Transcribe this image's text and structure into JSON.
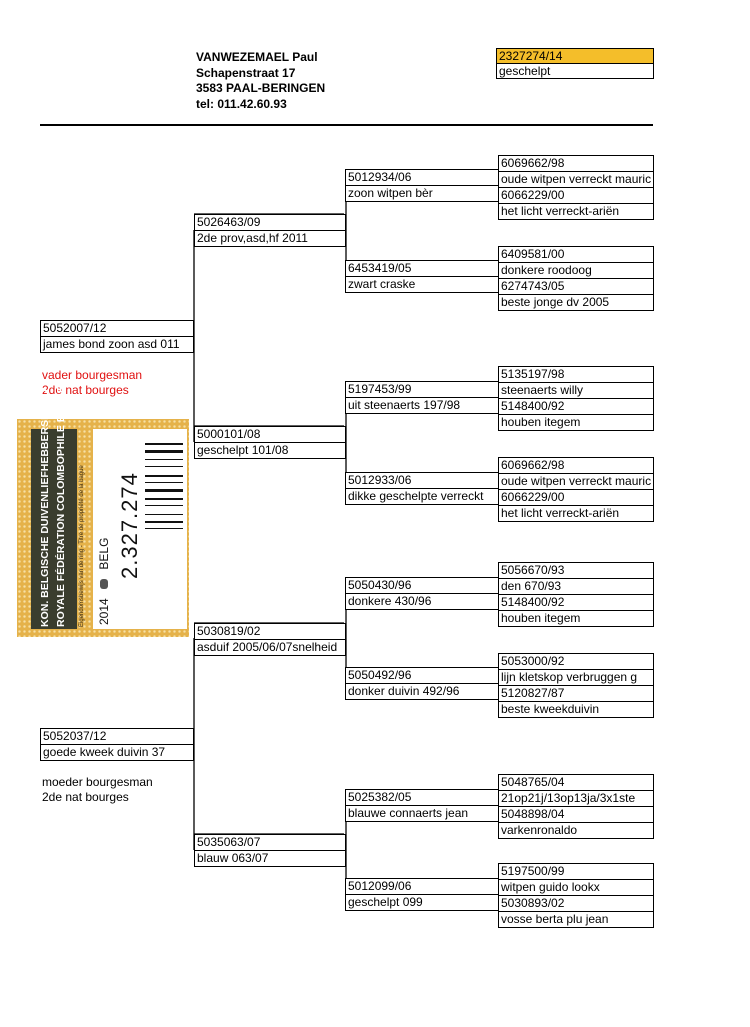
{
  "owner": {
    "name": "VANWEZEMAEL Paul",
    "street": "Schapenstraat 17",
    "city": "3583 PAAL-BERINGEN",
    "tel": "tel: 011.42.60.93"
  },
  "ring": {
    "number": "2327274/14",
    "color": "geschelpt",
    "highlight": "#f4be2a"
  },
  "sire": {
    "ring": "5052007/12",
    "name": "james bond zoon asd 011",
    "note1": "vader bourgesman",
    "note2": "2de nat bourges"
  },
  "dam": {
    "ring": "5052037/12",
    "name": "goede kweek duivin 37",
    "note1": "moeder bourgesman",
    "note2": "2de nat bourges"
  },
  "gen2": [
    {
      "ring": "5026463/09",
      "name": "2de prov,asd,hf 2011"
    },
    {
      "ring": "5000101/08",
      "name": "geschelpt 101/08"
    },
    {
      "ring": "5030819/02",
      "name": "asduif 2005/06/07snelheid"
    },
    {
      "ring": "5035063/07",
      "name": "blauw 063/07"
    }
  ],
  "gen3": [
    {
      "ring": "5012934/06",
      "name": "zoon witpen bèr"
    },
    {
      "ring": "6453419/05",
      "name": "zwart craske"
    },
    {
      "ring": "5197453/99",
      "name": "uit steenaerts 197/98"
    },
    {
      "ring": "5012933/06",
      "name": "dikke geschelpte verreckt"
    },
    {
      "ring": "5050430/96",
      "name": "donkere 430/96"
    },
    {
      "ring": "5050492/96",
      "name": "donker duivin 492/96"
    },
    {
      "ring": "5025382/05",
      "name": "blauwe connaerts jean"
    },
    {
      "ring": "5012099/06",
      "name": "geschelpt 099"
    }
  ],
  "gen4": [
    [
      {
        "ring": "6069662/98",
        "name": "oude witpen verreckt mauric"
      },
      {
        "ring": "6066229/00",
        "name": "het licht verreckt-ariën"
      }
    ],
    [
      {
        "ring": "6409581/00",
        "name": "donkere roodoog"
      },
      {
        "ring": "6274743/05",
        "name": "beste jonge dv 2005"
      }
    ],
    [
      {
        "ring": "5135197/98",
        "name": "steenaerts willy"
      },
      {
        "ring": "5148400/92",
        "name": "houben itegem"
      }
    ],
    [
      {
        "ring": "6069662/98",
        "name": "oude witpen verreckt mauric"
      },
      {
        "ring": "6066229/00",
        "name": "het licht verreckt-ariën"
      }
    ],
    [
      {
        "ring": "5056670/93",
        "name": "den 670/93"
      },
      {
        "ring": "5148400/92",
        "name": "houben itegem"
      }
    ],
    [
      {
        "ring": "5053000/92",
        "name": "lijn kletskop verbruggen g"
      },
      {
        "ring": "5120827/87",
        "name": "beste kweekduivin"
      }
    ],
    [
      {
        "ring": "5048765/04",
        "name": "21op21j/13op13ja/3x1ste"
      },
      {
        "ring": "5048898/04",
        "name": "varkenronaldo"
      }
    ],
    [
      {
        "ring": "5197500/99",
        "name": "witpen guido lookx"
      },
      {
        "ring": "5030893/02",
        "name": "vosse berta plu jean"
      }
    ]
  ],
  "ring_card": {
    "line1": "KON. BELGISCHE DUIVENLIEFHEBBERSBOND",
    "line2": "ROYALE FÉDÉRATION COLOMBOPHILE BELGE",
    "year": "2014",
    "country": "BELG",
    "number": "2.327.274",
    "small": "Eigendomsbewijs van de ring - Titre de propriété de la bague",
    "card_color": "#e5b24a"
  }
}
